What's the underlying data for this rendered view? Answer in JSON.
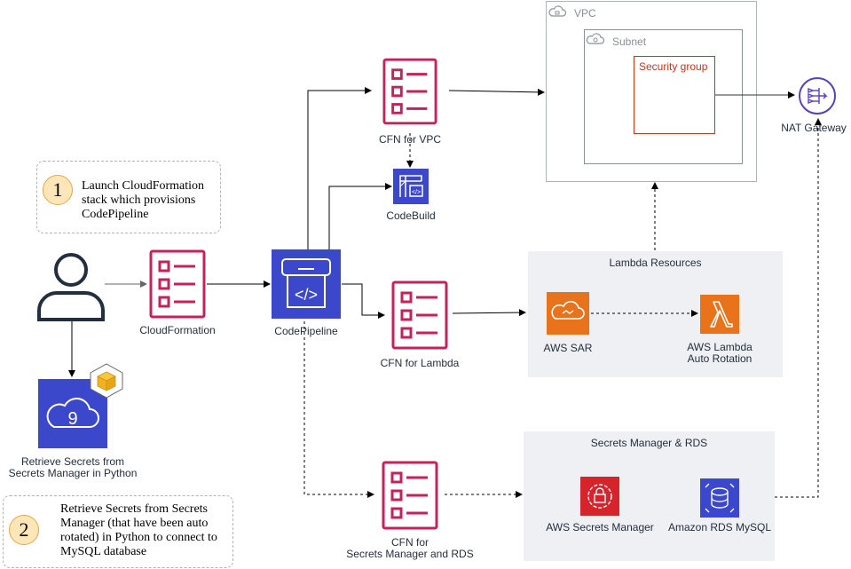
{
  "notes": {
    "step1": {
      "number": "1",
      "text_lines": [
        "Launch CloudFormation",
        "stack which provisions",
        "CodePipeline"
      ]
    },
    "step2": {
      "number": "2",
      "text_lines": [
        "Retrieve Secrets from Secrets",
        "Manager (that have been auto",
        "rotated) in Python to connect to",
        "MySQL database"
      ]
    }
  },
  "nodes": {
    "user": {
      "icon": "user-icon"
    },
    "cloud9": {
      "label_lines": [
        "Retrieve Secrets from",
        "Secrets Manager in Python"
      ],
      "icon": "cloud9-icon"
    },
    "cloudformation": {
      "label": "CloudFormation",
      "icon": "cloudformation-template-icon"
    },
    "codepipeline": {
      "label": "CodePipeline",
      "icon": "codepipeline-icon"
    },
    "cfn_vpc": {
      "label": "CFN for VPC",
      "icon": "cloudformation-template-icon"
    },
    "codebuild": {
      "label": "CodeBuild",
      "icon": "codebuild-icon"
    },
    "cfn_lambda": {
      "label": "CFN for Lambda",
      "icon": "cloudformation-template-icon"
    },
    "cfn_secrets": {
      "label_lines": [
        "CFN for",
        "Secrets Manager and RDS"
      ],
      "icon": "cloudformation-template-icon"
    },
    "aws_sar": {
      "label": "AWS SAR",
      "icon": "serverless-application-repository-icon"
    },
    "aws_lambda": {
      "label_lines": [
        "AWS Lambda",
        "Auto Rotation"
      ],
      "icon": "lambda-icon"
    },
    "secrets_manager": {
      "label": "AWS Secrets Manager",
      "icon": "secrets-manager-icon"
    },
    "rds": {
      "label": "Amazon RDS MySQL",
      "icon": "rds-icon"
    },
    "nat": {
      "label": "NAT Gateway",
      "icon": "nat-gateway-icon"
    }
  },
  "groups": {
    "vpc": {
      "label": "VPC",
      "icon": "vpc-cloud-icon"
    },
    "subnet": {
      "label": "Subnet",
      "icon": "subnet-icon"
    },
    "security_group": {
      "label": "Security group"
    },
    "lambda_resources": {
      "label": "Lambda Resources"
    },
    "secrets_rds": {
      "label": "Secrets Manager & RDS"
    }
  },
  "colors": {
    "cfn_pink": "#c7215a",
    "aws_blue": "#3b48cc",
    "lambda_orange": "#e8731a",
    "secrets_red": "#d6242d",
    "group_gray": "#eff0f3",
    "security_red": "#d13212"
  }
}
